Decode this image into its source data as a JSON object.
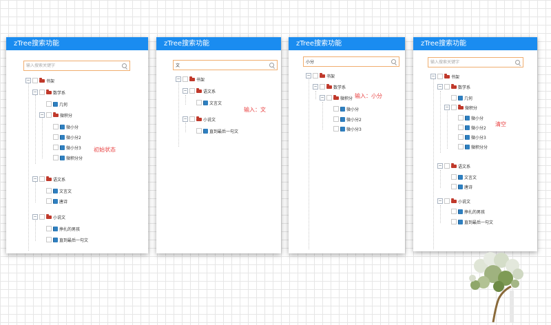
{
  "panels": [
    {
      "title": "zTree搜索功能",
      "search_value": "",
      "search_placeholder": "输入搜索关键字",
      "annotation": "初始状态",
      "nodes": [
        "书架",
        "数学系",
        "几何",
        "微积分",
        "微小分",
        "微小分2",
        "微小分3",
        "微积分分",
        "语文系",
        "文言文",
        "唐诗",
        "小说文",
        "挣扎的男孩",
        "直到最后一句文"
      ]
    },
    {
      "title": "zTree搜索功能",
      "search_value": "文",
      "search_placeholder": "",
      "annotation": "输入：文",
      "nodes": [
        "书架",
        "语文系",
        "文言文",
        "小说文",
        "直到最后一句文"
      ]
    },
    {
      "title": "zTree搜索功能",
      "search_value": "小分",
      "search_placeholder": "",
      "annotation": "输入：小分",
      "nodes": [
        "书架",
        "数学系",
        "微积分",
        "微小分",
        "微小分2",
        "微小分3"
      ]
    },
    {
      "title": "zTree搜索功能",
      "search_value": "",
      "search_placeholder": "输入搜索关键字",
      "annotation": "清空",
      "nodes": [
        "书架",
        "数学系",
        "几何",
        "微积分",
        "微小分",
        "微小分2",
        "微小分3",
        "微积分分",
        "语文系",
        "文言文",
        "唐诗",
        "小说文",
        "挣扎的男孩",
        "直到最后一句文"
      ]
    }
  ],
  "icons": {
    "search": "search-icon",
    "folder": "folder-icon",
    "leaf": "book-icon",
    "expand": "minus-icon"
  },
  "colors": {
    "header": "#1a8cf0",
    "search_border": "#f0ad6e",
    "annotation": "#e84040",
    "folder": "#c0392b",
    "leaf": "#2f7fbf"
  }
}
